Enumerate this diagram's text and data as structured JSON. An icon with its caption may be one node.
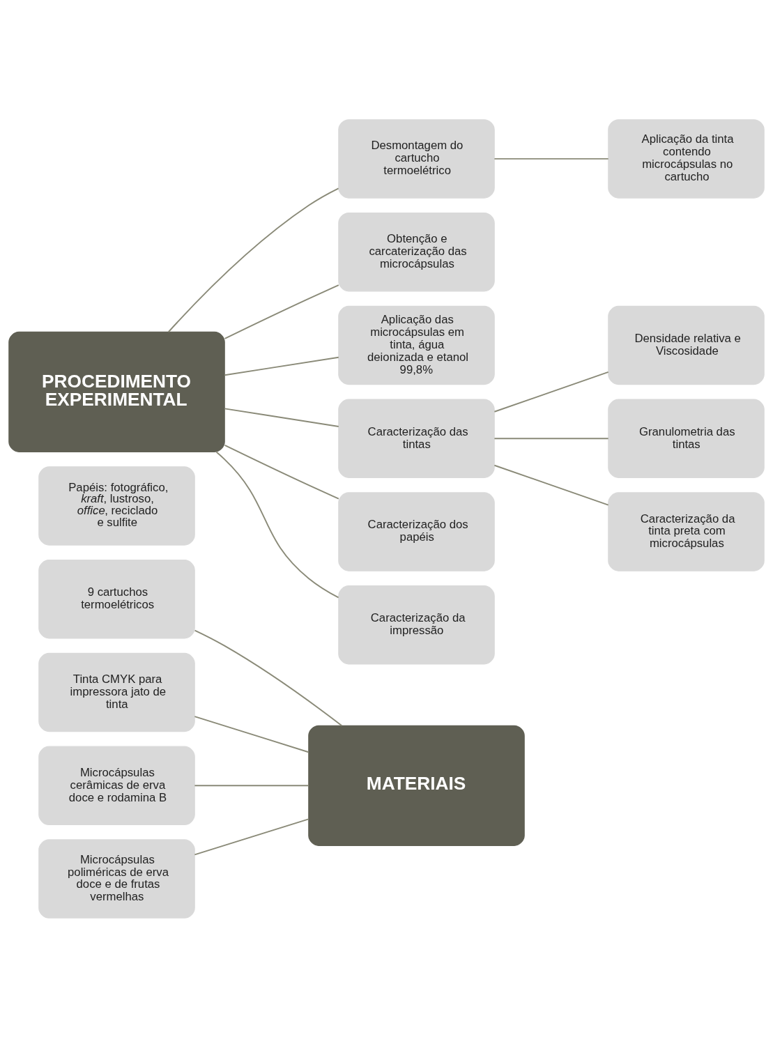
{
  "diagram": {
    "nodes": [
      {
        "text": [
          "9 cartuchos termoelétricos"
        ]
      },
      {
        "text": [
          "Tinta CMYK para impressora jato de tinta"
        ]
      },
      {
        "text": [
          "Microcápsulas cerâmicas de erva doce e rodamina B"
        ]
      },
      {
        "text": [
          "Microcápsulas poliméricas de erva doce e de frutas vermelhas"
        ]
      },
      {
        "text": [
          "Papéis: fotográfico, *kraft*, lustroso, *office*, reciclado e sulfite"
        ]
      },
      {
        "text": [
          "MATERIAIS"
        ]
      },
      {
        "text": [
          "Desmontagem do cartucho termoelétrico"
        ]
      },
      {
        "text": [
          "Aplicação da tinta contendo microcápsulas no cartucho"
        ]
      },
      {
        "text": [
          "Obtenção e carcaterização das microcápsulas"
        ]
      },
      {
        "text": [
          "Aplicação das microcápsulas em tinta, água deionizada e etanol 99,8%"
        ]
      },
      {
        "text": [
          "Densidade relativa e Viscosidade"
        ]
      },
      {
        "text": [
          "PROCEDIMENTO EXPERIMENTAL"
        ]
      },
      {
        "text": [
          "Caracterização das tintas"
        ]
      },
      {
        "text": [
          "Granulometria das tintas"
        ]
      },
      {
        "text": [
          "Caracterização dos papéis"
        ]
      },
      {
        "text": [
          "Caracterização da tinta preta com microcápsulas"
        ]
      },
      {
        "text": [
          "Caracterização da impressão"
        ]
      }
    ],
    "edges": [
      {
        "from": 0,
        "to": 5,
        "arrow": "none"
      },
      {
        "from": 1,
        "to": 5,
        "arrow": "none"
      },
      {
        "from": 2,
        "to": 5,
        "arrow": "none"
      },
      {
        "from": 3,
        "to": 5,
        "arrow": "none"
      },
      {
        "from": 11,
        "to": 6,
        "arrow": "none"
      },
      {
        "from": 11,
        "to": 8,
        "arrow": "none"
      },
      {
        "from": 11,
        "to": 9,
        "arrow": "none"
      },
      {
        "from": 11,
        "to": 12,
        "arrow": "none"
      },
      {
        "from": 11,
        "to": 14,
        "arrow": "none"
      },
      {
        "from": 11,
        "to": 16,
        "arrow": "none"
      },
      {
        "from": 6,
        "to": 7,
        "arrow": "none"
      },
      {
        "from": 12,
        "to": 10,
        "arrow": "none"
      },
      {
        "from": 12,
        "to": 13,
        "arrow": "none"
      },
      {
        "from": 12,
        "to": 15,
        "arrow": "none"
      }
    ]
  }
}
